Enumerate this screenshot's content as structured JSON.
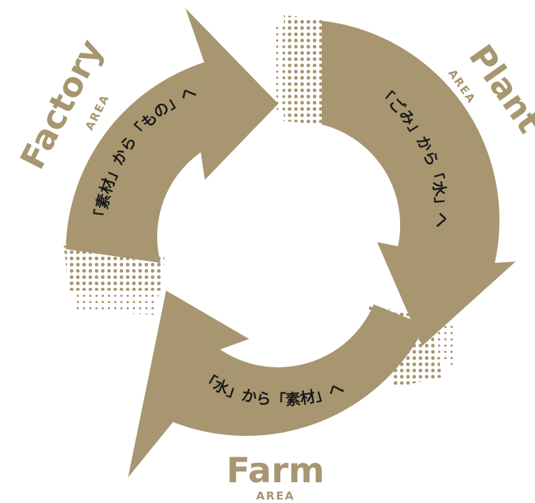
{
  "colors": {
    "arrow": "#a79670",
    "label": "#a79670",
    "arc_text": "#1a1a1a",
    "background": "#ffffff"
  },
  "areas": [
    {
      "id": "factory",
      "name": "Factory",
      "sub": "AREA",
      "flow": "「素材」から「もの」へ"
    },
    {
      "id": "plant",
      "name": "Plant",
      "sub": "AREA",
      "flow": "「ごみ」から「水」へ"
    },
    {
      "id": "farm",
      "name": "Farm",
      "sub": "AREA",
      "flow": "「水」から「素材」へ"
    }
  ]
}
